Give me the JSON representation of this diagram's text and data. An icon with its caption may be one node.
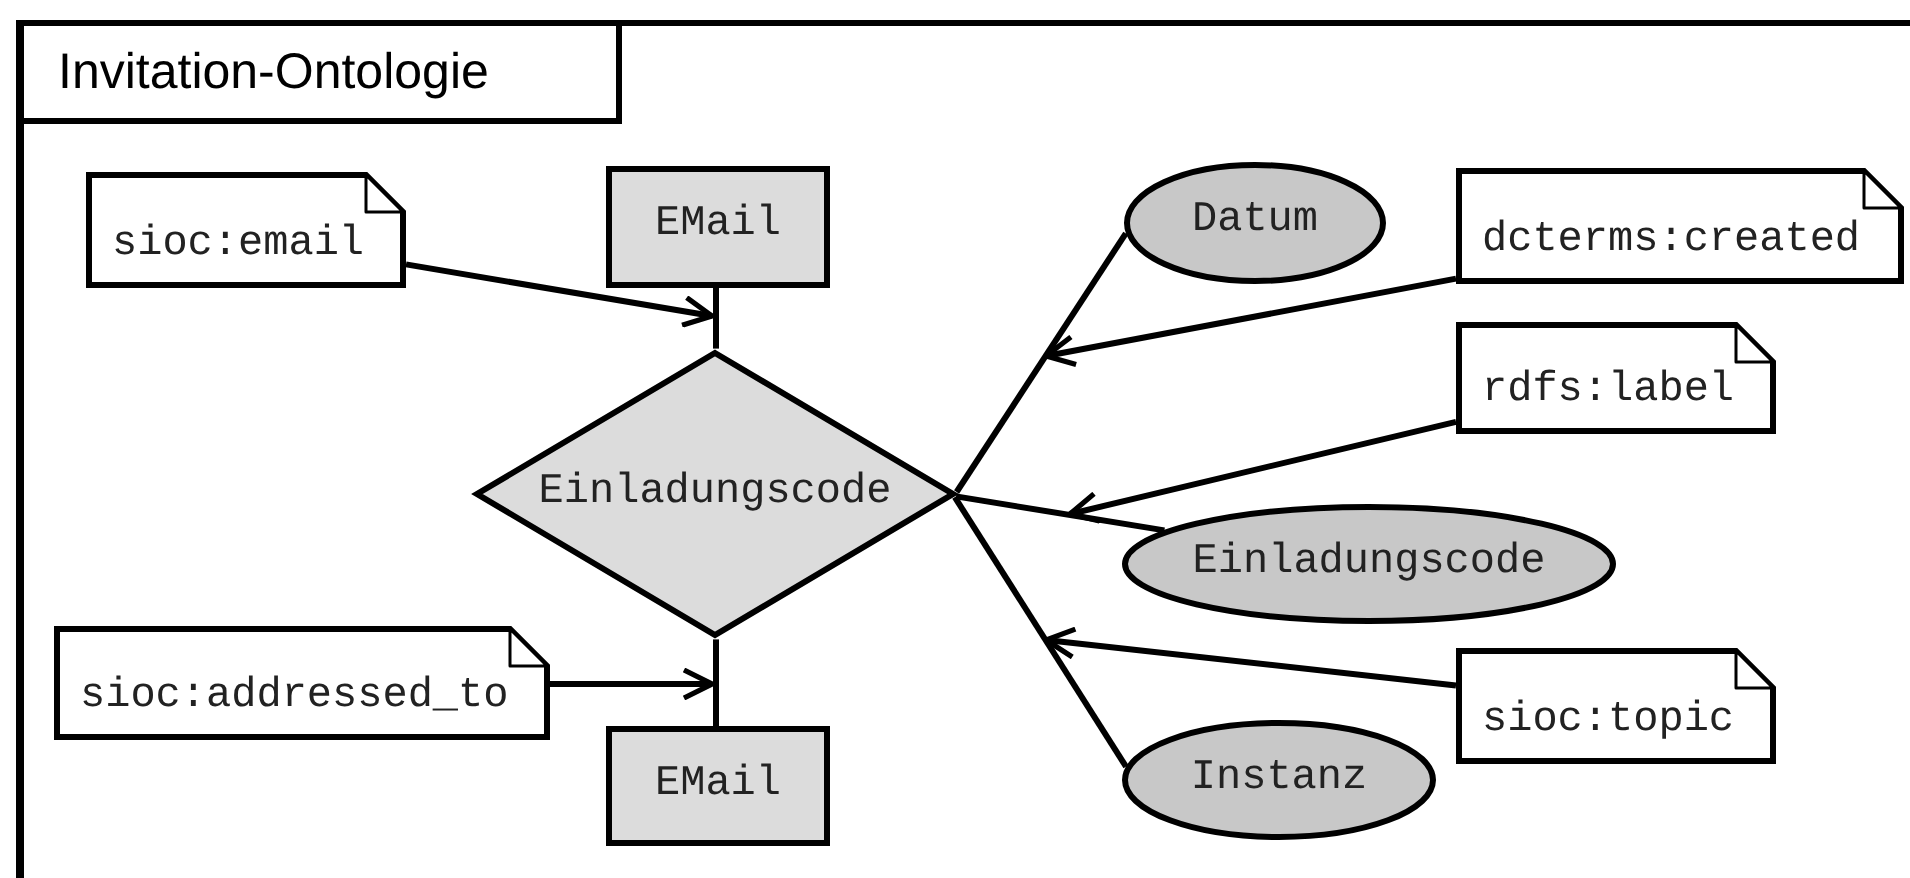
{
  "diagram": {
    "nodes": [
      {
        "text": [
          "Invitation-Ontologie"
        ]
      },
      {
        "text": [
          "sioc:email"
        ],
        "in": 0
      },
      {
        "text": [
          "EMail"
        ],
        "in": 0
      },
      {
        "text": [
          "Datum"
        ],
        "in": 0
      },
      {
        "text": [
          "dcterms:created"
        ],
        "in": 0
      },
      {
        "text": [
          "Einladungscode"
        ],
        "in": 0
      },
      {
        "text": [
          "rdfs:label"
        ],
        "in": 0
      },
      {
        "text": [
          "Einladungscode"
        ],
        "in": 0
      },
      {
        "text": [
          "sioc:addressed_to"
        ],
        "in": 0
      },
      {
        "text": [
          "sioc:topic"
        ],
        "in": 0
      },
      {
        "text": [
          "EMail"
        ],
        "in": 0
      },
      {
        "text": [
          "Instanz"
        ],
        "in": 0
      }
    ],
    "edges": [
      {
        "from": 5,
        "to": 2,
        "arrow": "none"
      },
      {
        "from": 5,
        "to": 10,
        "arrow": "none"
      },
      {
        "from": 5,
        "to": 3,
        "arrow": "none"
      },
      {
        "from": 5,
        "to": 7,
        "arrow": "none"
      },
      {
        "from": 5,
        "to": 11,
        "arrow": "none"
      },
      {
        "from": 1,
        "to": 2,
        "arrow": "to"
      },
      {
        "from": 8,
        "to": 10,
        "arrow": "to"
      },
      {
        "from": 4,
        "to": null,
        "arrow": "to"
      },
      {
        "from": 6,
        "to": null,
        "arrow": "to"
      },
      {
        "from": 9,
        "to": null,
        "arrow": "to"
      }
    ]
  }
}
